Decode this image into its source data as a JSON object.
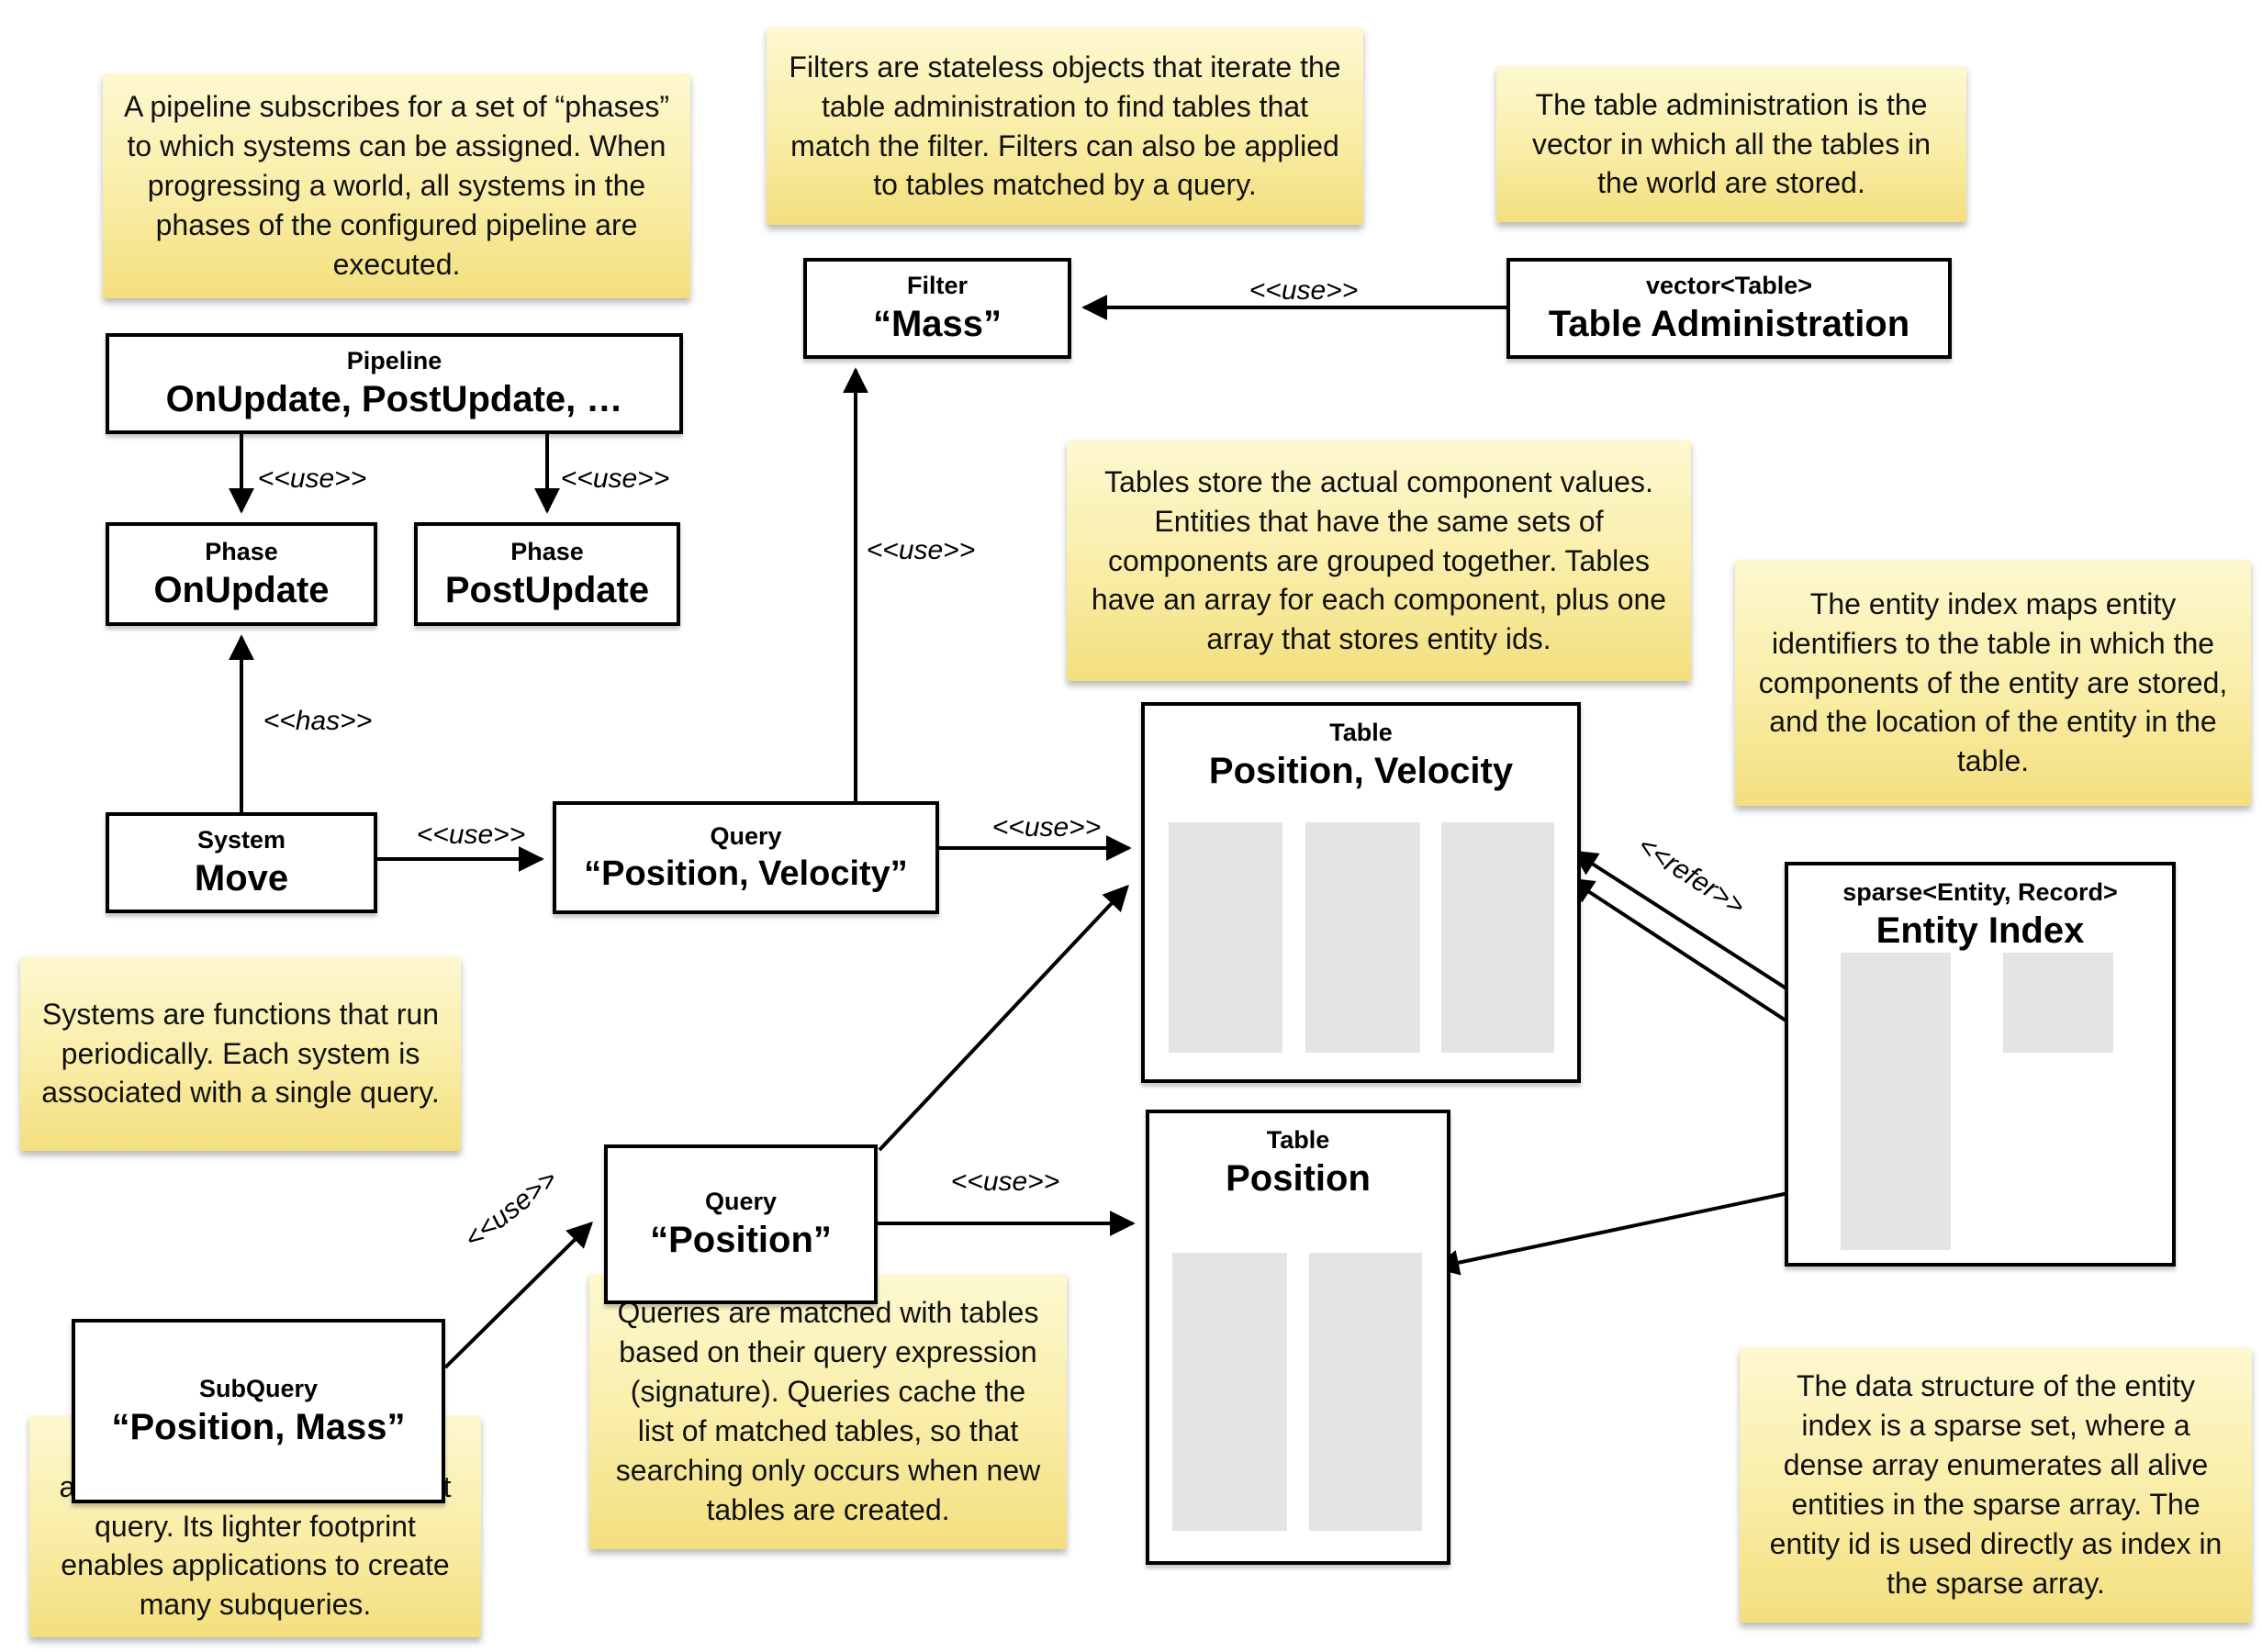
{
  "notes": [
    {
      "id": "pipeline",
      "text": "A pipeline subscribes for a set of “phases” to which systems can be assigned. When progressing a world, all systems in the phases of the configured pipeline are executed."
    },
    {
      "id": "filters",
      "text": "Filters are stateless objects that iterate the table administration to find tables that match the filter. Filters can also be applied to tables matched by a query."
    },
    {
      "id": "table-admin",
      "text": "The table administration is the vector in which all the tables in the world are stored."
    },
    {
      "id": "tables",
      "text": "Tables store the actual component values. Entities that have the same sets of components are grouped together. Tables have an array for each component, plus one array that stores entity ids."
    },
    {
      "id": "entity-index",
      "text": "The entity index maps entity identifiers to the table in which the components of the entity are stored, and the location of the entity in the table."
    },
    {
      "id": "systems",
      "text": "Systems are functions that run periodically. Each system is associated with a single query."
    },
    {
      "id": "queries",
      "text": "Queries are matched with tables based on their query expression (signature). Queries cache the list of matched tables, so that searching only occurs when new tables are created."
    },
    {
      "id": "subquery",
      "text": "A subquery is matched only against the tables of its parent query. Its lighter footprint enables applications to create many subqueries."
    },
    {
      "id": "sparse-set",
      "text": "The data structure of the entity index is a sparse set, where a dense array enumerates all alive entities in the sparse array. The entity id is used directly as index in the sparse array."
    }
  ],
  "boxes": {
    "pipeline": {
      "type": "Pipeline",
      "name": "OnUpdate, PostUpdate, …"
    },
    "phase_onupdate": {
      "type": "Phase",
      "name": "OnUpdate"
    },
    "phase_postupdate": {
      "type": "Phase",
      "name": "PostUpdate"
    },
    "system_move": {
      "type": "System",
      "name": "Move"
    },
    "query_pv": {
      "type": "Query",
      "name": "“Position, Velocity”"
    },
    "filter_mass": {
      "type": "Filter",
      "name": "“Mass”"
    },
    "table_admin": {
      "type": "vector<Table>",
      "name": "Table Administration"
    },
    "query_pos": {
      "type": "Query",
      "name": "“Position”"
    },
    "subquery": {
      "type": "SubQuery",
      "name": "“Position, Mass”"
    },
    "table_pv": {
      "type": "Table",
      "name": "Position, Velocity"
    },
    "table_pos": {
      "type": "Table",
      "name": "Position"
    },
    "entity_index": {
      "type": "sparse<Entity, Record>",
      "name": "Entity Index"
    }
  },
  "labels": {
    "use": "<<use>>",
    "has": "<<has>>",
    "refer": "<<refer>>"
  },
  "colors": {
    "note_top": "#fdf8d0",
    "note_bottom": "#f3df7e",
    "box_border": "#000000",
    "array_fill": "#e4e4e4"
  }
}
